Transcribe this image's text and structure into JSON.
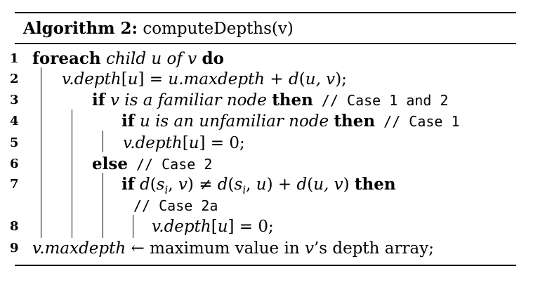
{
  "algorithm": {
    "label": "Algorithm 2:",
    "name": "computeDepths(v)"
  },
  "lines": [
    {
      "num": "1",
      "segments": [
        {
          "t": "foreach",
          "s": "kw"
        },
        {
          "t": " "
        },
        {
          "t": "child u of v",
          "s": "it"
        },
        {
          "t": " "
        },
        {
          "t": "do",
          "s": "kw"
        }
      ]
    },
    {
      "num": "2",
      "segments": [
        {
          "t": "v.depth",
          "s": "it"
        },
        {
          "t": "["
        },
        {
          "t": "u",
          "s": "it"
        },
        {
          "t": "] = "
        },
        {
          "t": "u.maxdepth",
          "s": "it"
        },
        {
          "t": " + "
        },
        {
          "t": "d",
          "s": "it"
        },
        {
          "t": "("
        },
        {
          "t": "u, v",
          "s": "it"
        },
        {
          "t": ");"
        }
      ]
    },
    {
      "num": "3",
      "segments": [
        {
          "t": "if",
          "s": "kw"
        },
        {
          "t": " "
        },
        {
          "t": "v is a familiar node",
          "s": "it"
        },
        {
          "t": " "
        },
        {
          "t": "then",
          "s": "kw"
        },
        {
          "t": " // Case 1 and 2",
          "s": "mono"
        }
      ]
    },
    {
      "num": "4",
      "segments": [
        {
          "t": "if",
          "s": "kw"
        },
        {
          "t": " "
        },
        {
          "t": "u is an unfamiliar node",
          "s": "it"
        },
        {
          "t": " "
        },
        {
          "t": "then",
          "s": "kw"
        },
        {
          "t": " // Case 1",
          "s": "mono"
        }
      ]
    },
    {
      "num": "5",
      "segments": [
        {
          "t": "v.depth",
          "s": "it"
        },
        {
          "t": "["
        },
        {
          "t": "u",
          "s": "it"
        },
        {
          "t": "] = 0;"
        }
      ]
    },
    {
      "num": "6",
      "segments": [
        {
          "t": "else",
          "s": "kw"
        },
        {
          "t": " // Case 2",
          "s": "mono"
        }
      ]
    },
    {
      "num": "7",
      "segments": [
        {
          "t": "if",
          "s": "kw"
        },
        {
          "t": " "
        },
        {
          "t": "d",
          "s": "it"
        },
        {
          "t": "("
        },
        {
          "t": "s",
          "s": "it"
        },
        {
          "t": "i",
          "s": "sub"
        },
        {
          "t": ", "
        },
        {
          "t": "v",
          "s": "it"
        },
        {
          "t": ") ≠ "
        },
        {
          "t": "d",
          "s": "it"
        },
        {
          "t": "("
        },
        {
          "t": "s",
          "s": "it"
        },
        {
          "t": "i",
          "s": "sub"
        },
        {
          "t": ", "
        },
        {
          "t": "u",
          "s": "it"
        },
        {
          "t": ") + "
        },
        {
          "t": "d",
          "s": "it"
        },
        {
          "t": "("
        },
        {
          "t": "u, v",
          "s": "it"
        },
        {
          "t": ") "
        },
        {
          "t": "then",
          "s": "kw"
        }
      ]
    },
    {
      "num": "",
      "segments": [
        {
          "t": "// Case 2a",
          "s": "mono"
        }
      ]
    },
    {
      "num": "8",
      "segments": [
        {
          "t": "v.depth",
          "s": "it"
        },
        {
          "t": "["
        },
        {
          "t": "u",
          "s": "it"
        },
        {
          "t": "] = 0;"
        }
      ]
    },
    {
      "num": "9",
      "segments": [
        {
          "t": "v.maxdepth",
          "s": "it"
        },
        {
          "t": " ← maximum value in "
        },
        {
          "t": "v",
          "s": "it"
        },
        {
          "t": "’s depth array;"
        }
      ]
    }
  ]
}
